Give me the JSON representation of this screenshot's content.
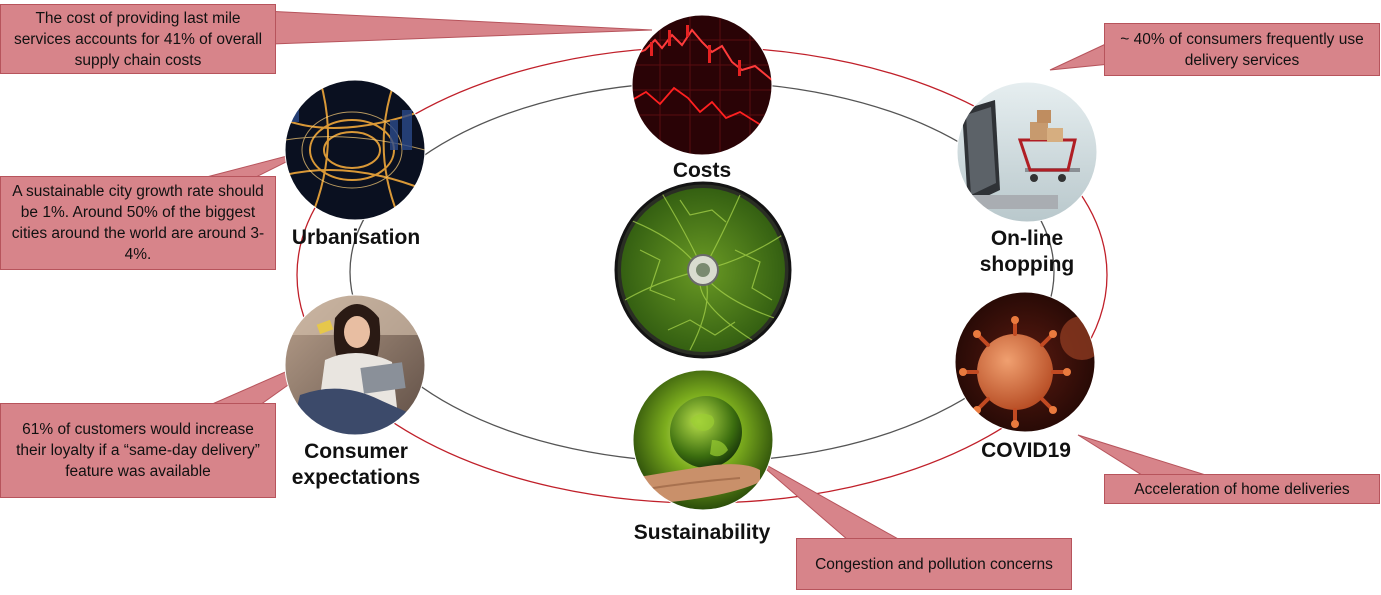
{
  "colors": {
    "callout_fill": "#d7848a",
    "callout_border": "#b7545c",
    "outer_ring": "#c0202a",
    "inner_ring": "#555555"
  },
  "nodes": {
    "costs": {
      "label": "Costs",
      "image": "falling-stock-chart-icon"
    },
    "online_shopping": {
      "label": "On-line\nshopping",
      "image": "laptop-shopping-cart-icon"
    },
    "covid19": {
      "label": "COVID19",
      "image": "coronavirus-icon"
    },
    "sustainability": {
      "label": "Sustainability",
      "image": "globe-in-hand-icon"
    },
    "consumer_expectations": {
      "label": "Consumer\nexpectations",
      "image": "woman-shopping-online-icon"
    },
    "urbanisation": {
      "label": "Urbanisation",
      "image": "highway-interchange-night-icon"
    },
    "center": {
      "image": "green-city-map-wheel-icon"
    }
  },
  "callouts": {
    "costs": "The cost of providing last mile services accounts for 41% of overall supply chain costs",
    "online_shopping": "~ 40% of consumers frequently use delivery services",
    "covid19": "Acceleration of home deliveries",
    "sustainability": "Congestion and pollution concerns",
    "consumer_expectations": "61% of customers would increase their loyalty if a “same-day delivery” feature was available",
    "urbanisation": "A sustainable city growth rate should be 1%. Around 50% of the biggest cities around the world are around 3-4%."
  }
}
